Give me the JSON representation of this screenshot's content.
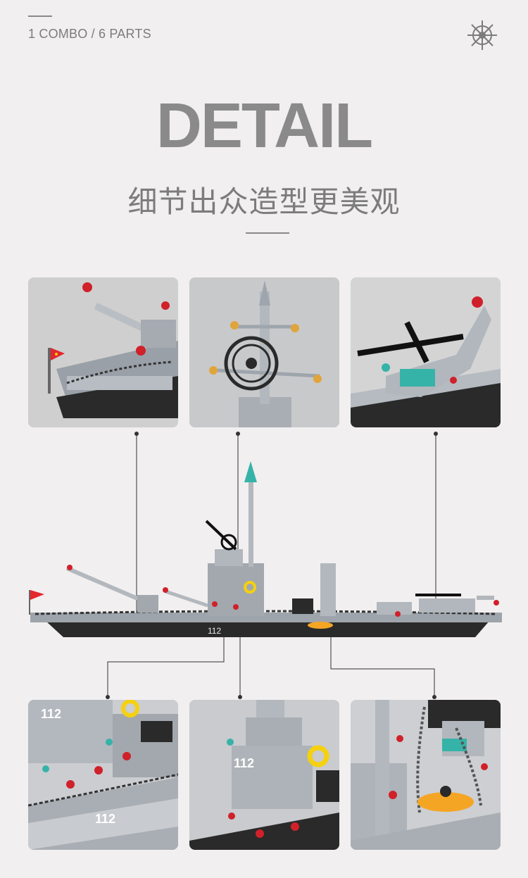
{
  "header": {
    "combo_label": "1 COMBO / 6 PARTS",
    "title": "DETAIL",
    "subtitle": "细节出众造型更美观"
  },
  "icons": {
    "top_right": "ship-wheel-icon"
  },
  "ship": {
    "hull_number": "112"
  },
  "colors": {
    "background": "#f1eff0",
    "text_gray": "#8a8a8a",
    "ship_gray": "#9ea4ab",
    "accent_red": "#d0202a",
    "accent_teal": "#36b3a8",
    "accent_yellow": "#f5d10f"
  },
  "detail_tiles": [
    {
      "label": "bow-cannon-detail"
    },
    {
      "label": "radar-mast-detail"
    },
    {
      "label": "helicopter-detail"
    },
    {
      "label": "hull-side-detail"
    },
    {
      "label": "bridge-tower-detail"
    },
    {
      "label": "crane-boat-detail"
    }
  ],
  "tile_hull_labels": {
    "hull_side_top": "112",
    "hull_side_bottom": "112",
    "bridge_tower": "112"
  }
}
